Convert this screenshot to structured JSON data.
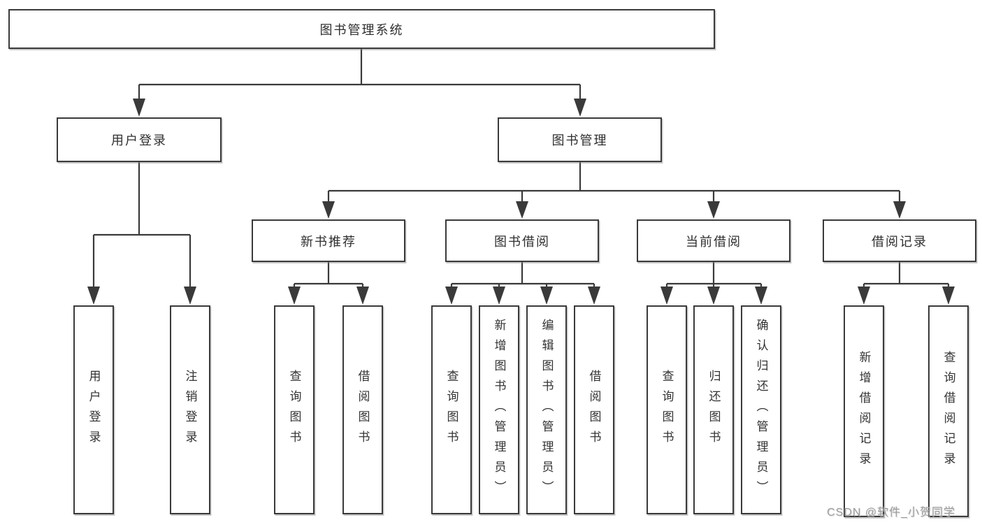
{
  "diagram": {
    "title": "图书管理系统",
    "type": "hierarchy-tree",
    "colors": {
      "line": "#3a3a3a",
      "box_border": "#3a3a3a",
      "box_fill": "#ffffff",
      "text": "#333333",
      "watermark": "#9e9e9e"
    },
    "root": {
      "label": "图书管理系统"
    },
    "level2": [
      {
        "label": "用户登录"
      },
      {
        "label": "图书管理"
      }
    ],
    "level3": [
      {
        "label": "新书推荐"
      },
      {
        "label": "图书借阅"
      },
      {
        "label": "当前借阅"
      },
      {
        "label": "借阅记录"
      }
    ],
    "leaves": {
      "user_login": [
        {
          "label": "用户登录"
        },
        {
          "label": "注销登录"
        }
      ],
      "new_book_recommend": [
        {
          "label": "查询图书"
        },
        {
          "label": "借阅图书"
        }
      ],
      "book_borrowing": [
        {
          "label": "查询图书"
        },
        {
          "label": "新增图书（管理员）"
        },
        {
          "label": "编辑图书（管理员）"
        },
        {
          "label": "借阅图书"
        }
      ],
      "current_borrowing": [
        {
          "label": "查询图书"
        },
        {
          "label": "归还图书"
        },
        {
          "label": "确认归还（管理员）"
        }
      ],
      "borrowing_records": [
        {
          "label": "新增借阅记录"
        },
        {
          "label": "查询借阅记录"
        }
      ]
    }
  },
  "watermark": {
    "text": "CSDN @软件_小贺同学"
  }
}
